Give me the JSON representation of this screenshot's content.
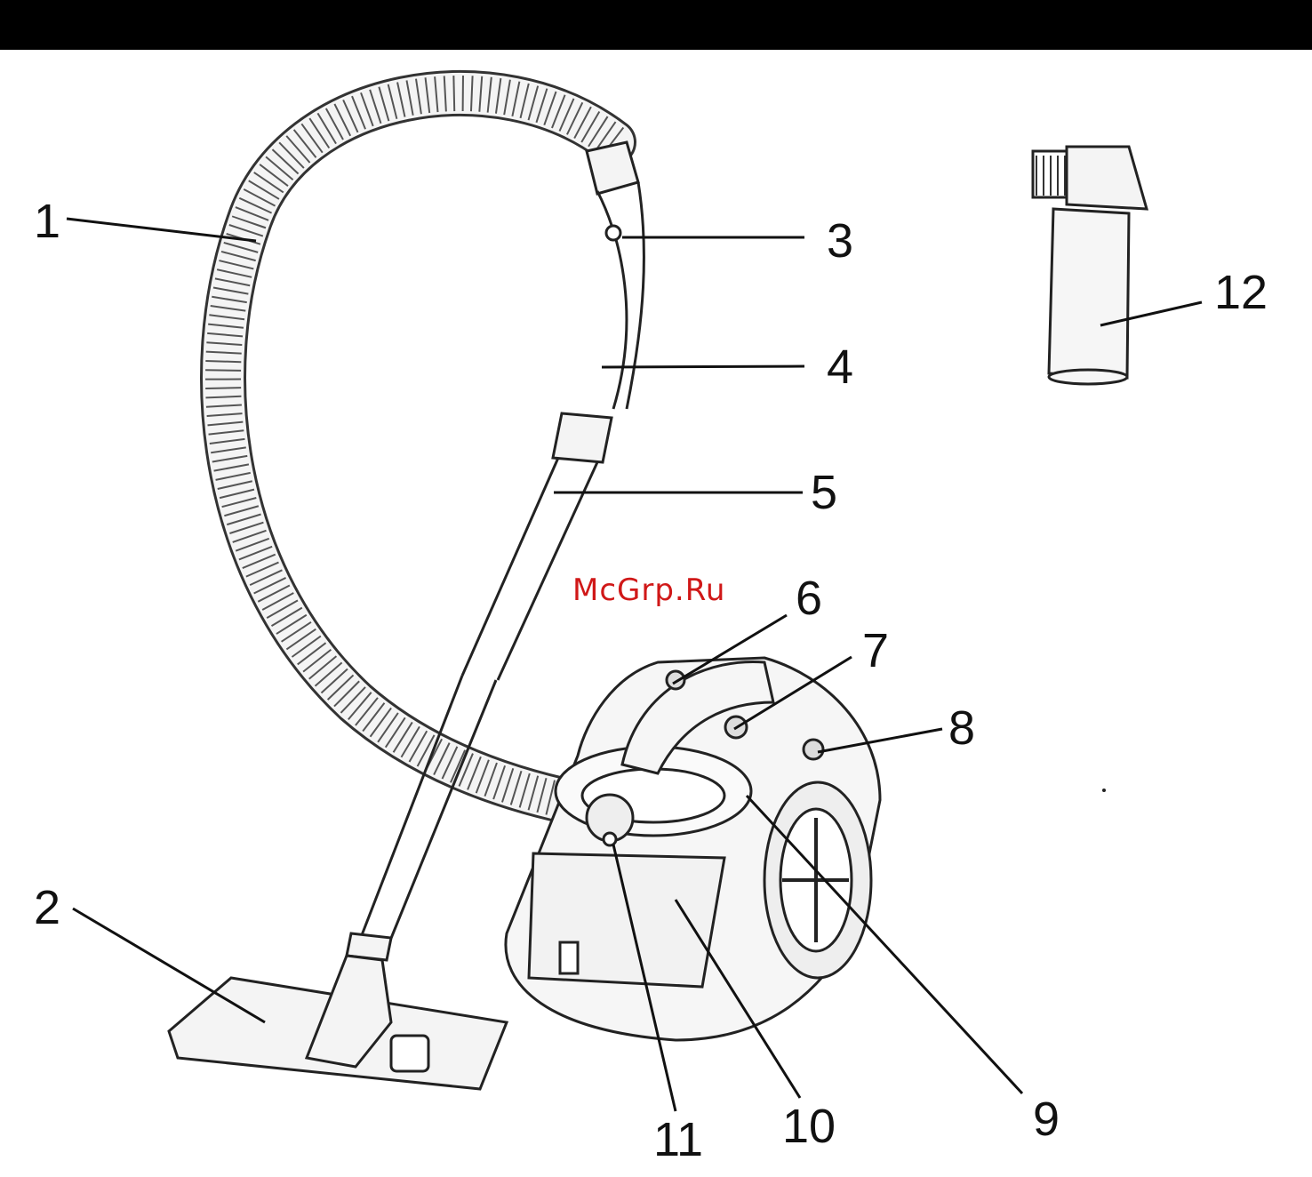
{
  "watermark": "McGrp.Ru",
  "callouts": [
    "1",
    "2",
    "3",
    "4",
    "5",
    "6",
    "7",
    "8",
    "9",
    "10",
    "11",
    "12"
  ],
  "colors": {
    "background": "#ffffff",
    "line": "#222222",
    "fill": "#f2f2f2",
    "watermark": "#d01818",
    "top_bar": "#000000"
  }
}
